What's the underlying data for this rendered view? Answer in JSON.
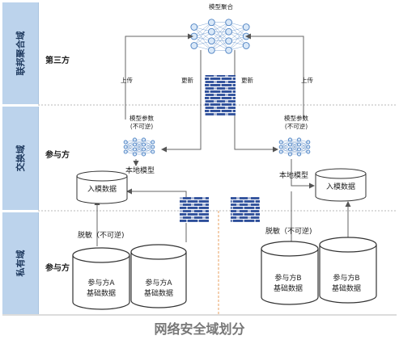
{
  "domains": {
    "federated": "联邦聚合域",
    "exchange": "交换域",
    "private": "私有域"
  },
  "roles": {
    "third_party": "第三方",
    "participant_exchange": "参与方",
    "participant_private": "参与方"
  },
  "top": {
    "model_aggregation": "模型聚合",
    "upload_left": "上传",
    "update_left": "更新",
    "update_right": "更新",
    "upload_right": "上传"
  },
  "left_party": {
    "params_line1": "模型参数",
    "params_line2": "(不可逆)",
    "local_model": "本地模型",
    "model_input": "入模数据",
    "desensitize": "脱敏（不可逆)",
    "db1_line1": "参与方A",
    "db1_line2": "基础数据",
    "db2_line1": "参与方A",
    "db2_line2": "基础数据"
  },
  "right_party": {
    "params_line1": "模型参数",
    "params_line2": "(不可逆)",
    "local_model": "本地模型",
    "model_input": "入模数据",
    "desensitize": "脱敏（不可逆)",
    "db1_line1": "参与方B",
    "db1_line2": "基础数据",
    "db2_line1": "参与方B",
    "db2_line2": "基础数据"
  },
  "footer": "网络安全域划分",
  "colors": {
    "band": "#bcd3ec",
    "firewall": "#2e4f9a",
    "network_node": "#d9e8f8",
    "network_stroke": "#4a7fc1",
    "divider_orange": "#e8a060"
  }
}
